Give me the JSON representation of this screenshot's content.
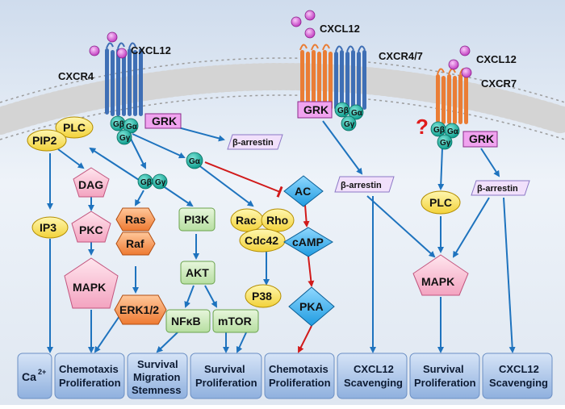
{
  "ligands": {
    "l1": "CXCL12",
    "l2": "CXCL12",
    "l3": "CXCL12"
  },
  "receptors": {
    "cxcr4": "CXCR4",
    "cxcr47": "CXCR4/7",
    "cxcr7": "CXCR7"
  },
  "g_protein": {
    "gb": "Gβ",
    "ga": "Gα",
    "gy": "Gγ"
  },
  "nodes": {
    "grk": "GRK",
    "barrestin": "β-arrestin",
    "plc": "PLC",
    "pip2": "PIP2",
    "ga": "Gα",
    "gbgy_b": "Gβ",
    "gbgy_y": "Gγ",
    "dag": "DAG",
    "ip3": "IP3",
    "pkc": "PKC",
    "mapk": "MAPK",
    "ras": "Ras",
    "raf": "Raf",
    "erk": "ERK1/2",
    "pi3k": "PI3K",
    "akt": "AKT",
    "nfkb": "NFκB",
    "mtor": "mTOR",
    "rac": "Rac",
    "rho": "Rho",
    "cdc42": "Cdc42",
    "p38": "P38",
    "ac": "AC",
    "camp": "cAMP",
    "pka": "PKA",
    "question": "?"
  },
  "outputs": [
    {
      "lines": [
        "Ca",
        "2+"
      ]
    },
    {
      "lines": [
        "Chemotaxis",
        "Proliferation"
      ]
    },
    {
      "lines": [
        "Survival",
        "Migration",
        "Stemness"
      ]
    },
    {
      "lines": [
        "Survival",
        "Proliferation"
      ]
    },
    {
      "lines": [
        "Chemotaxis",
        "Proliferation"
      ]
    },
    {
      "lines": [
        "CXCL12",
        "Scavenging"
      ]
    },
    {
      "lines": [
        "Survival",
        "Proliferation"
      ]
    },
    {
      "lines": [
        "CXCL12",
        "Scavenging"
      ]
    }
  ],
  "colors": {
    "membrane": "#b9b9b9",
    "cxcr4": "#3f6fb5",
    "cxcr7": "#ea7d35",
    "ligand": "#d85fd8",
    "gprotein": "#16b8a6",
    "grk": "#f0a3ef",
    "arrow": "#1e73be",
    "inhibit": "#d11a1a",
    "output": "#a9c4ea"
  }
}
